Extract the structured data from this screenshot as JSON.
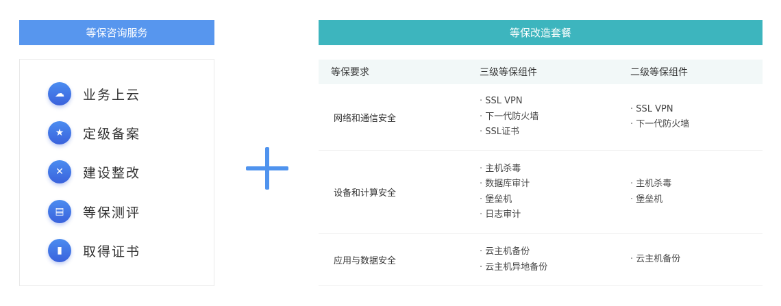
{
  "left": {
    "title": "等保咨询服务",
    "steps": [
      {
        "label": "业务上云",
        "icon": "cloud-upload-icon"
      },
      {
        "label": "定级备案",
        "icon": "shield-star-icon"
      },
      {
        "label": "建设整改",
        "icon": "tools-icon"
      },
      {
        "label": "等保测评",
        "icon": "document-icon"
      },
      {
        "label": "取得证书",
        "icon": "book-icon"
      }
    ]
  },
  "right": {
    "title": "等保改造套餐",
    "headers": [
      "等保要求",
      "三级等保组件",
      "二级等保组件"
    ],
    "rows": [
      {
        "req": "网络和通信安全",
        "level3": [
          "SSL VPN",
          "下一代防火墙",
          "SSL证书"
        ],
        "level2": [
          "SSL VPN",
          "下一代防火墙"
        ]
      },
      {
        "req": "设备和计算安全",
        "level3": [
          "主机杀毒",
          "数据库审计",
          "堡垒机",
          "日志审计"
        ],
        "level2": [
          "主机杀毒",
          "堡垒机"
        ]
      },
      {
        "req": "应用与数据安全",
        "level3": [
          "云主机备份",
          "云主机异地备份"
        ],
        "level2": [
          "云主机备份"
        ]
      }
    ]
  }
}
